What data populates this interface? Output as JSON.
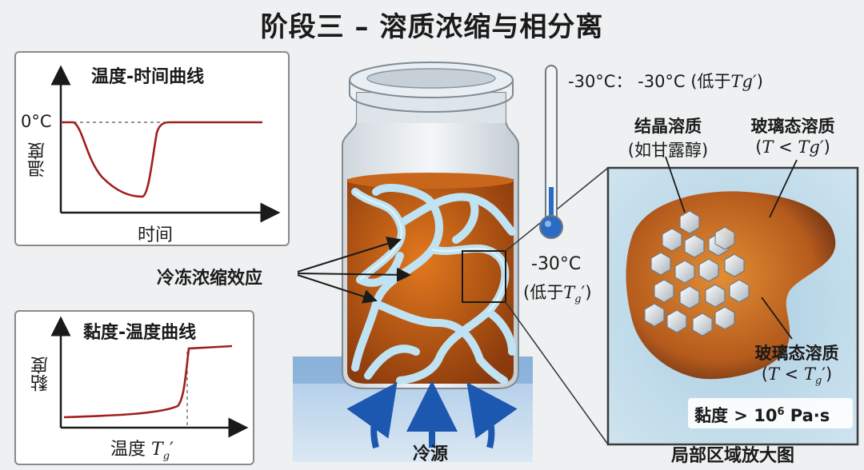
{
  "title": "阶段三 – 溶质浓缩与相分离",
  "temp_time_chart": {
    "title": "温度-时间曲线",
    "ylabel": "温度",
    "xlabel": "时间",
    "ref_tick": "0°C"
  },
  "visc_temp_chart": {
    "title": "黏度-温度曲线",
    "ylabel": "黏度",
    "xlabel_main": "温度 ",
    "xlabel_T": "T",
    "xlabel_sub": "g",
    "xlabel_prime": "′"
  },
  "freeze_label": "冷冻浓缩效应",
  "cold_source": "冷源",
  "thermometer": {
    "top_label": "-30°C：  -30°C (低于",
    "top_T": "Tg′",
    "top_close": ")",
    "side_temp": "-30°C",
    "side_below": "(低于",
    "side_T": "T",
    "side_sub": "g",
    "side_close": "′)"
  },
  "crystal_label": {
    "line1": "结晶溶质",
    "line2": "(如甘露醇)"
  },
  "glass_label_top": {
    "line1": "玻璃态溶质",
    "line2_open": "(",
    "line2_T": "T",
    "line2_mid": " < ",
    "line2_Tg": "Tg′",
    "line2_close": ")"
  },
  "glass_label_mid": {
    "line1": "玻璃态溶质",
    "line2_open": "(",
    "line2_T": "T",
    "line2_mid": " < ",
    "line2_Tg": "T",
    "line2_sub": "g",
    "line2_close": "′)"
  },
  "viscosity": {
    "prefix": "黏度 > 10",
    "exp": "6",
    "unit": " Pa·s"
  },
  "zoom_caption": "局部区域放大图",
  "colors": {
    "curve": "#a01e1e",
    "solute": "#b4520e",
    "ice": "#bfe3f3",
    "cold": "#2a6cc4"
  }
}
